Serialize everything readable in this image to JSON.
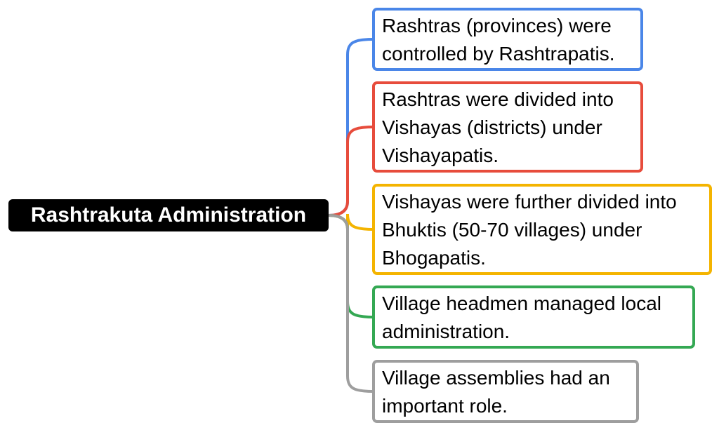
{
  "root": {
    "label": "Rashtrakuta Administration"
  },
  "branches": [
    {
      "lines": [
        "Rashtras (provinces) were",
        "controlled by Rashtrapatis."
      ],
      "color": "#4a86e8"
    },
    {
      "lines": [
        "Rashtras were divided into",
        "Vishayas (districts) under",
        "Vishayapatis."
      ],
      "color": "#e74c3c"
    },
    {
      "lines": [
        "Vishayas were further divided into",
        "Bhuktis (50-70 villages) under",
        "Bhogapatis."
      ],
      "color": "#f4b400"
    },
    {
      "lines": [
        "Village headmen managed local",
        "administration."
      ],
      "color": "#34a853"
    },
    {
      "lines": [
        "Village assemblies had an",
        "important role."
      ],
      "color": "#9e9e9e"
    }
  ]
}
